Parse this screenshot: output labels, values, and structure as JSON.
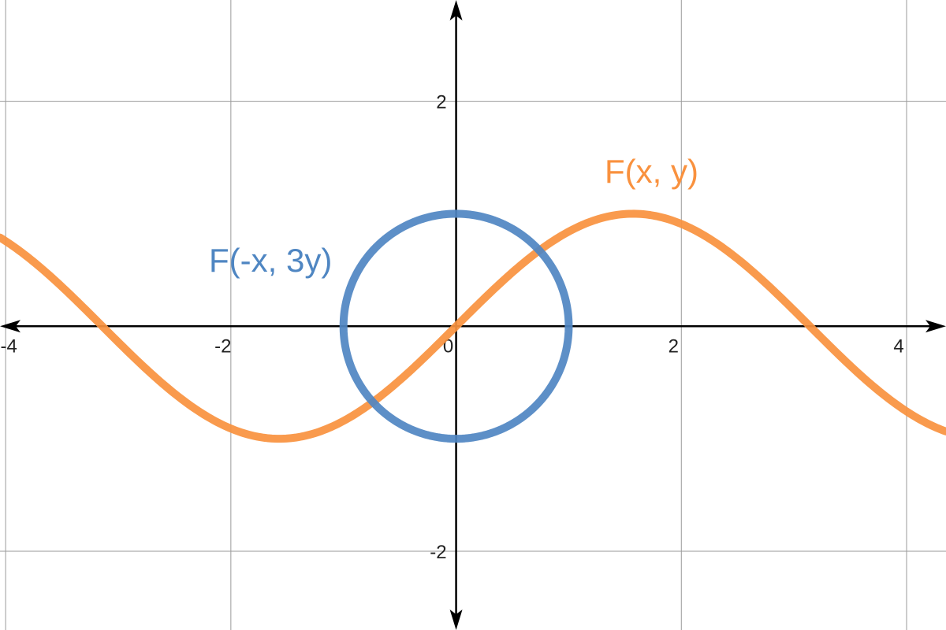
{
  "chart_data": {
    "type": "line",
    "xlim": [
      -4.05,
      4.35
    ],
    "ylim": [
      -2.7,
      2.9
    ],
    "grid": true,
    "x_ticks": [
      -4,
      -2,
      0,
      2,
      4
    ],
    "y_ticks": [
      2,
      -2
    ],
    "x_tick_labels": [
      "-4",
      "-2",
      "0",
      "2",
      "4"
    ],
    "y_tick_labels": [
      "2",
      "-2"
    ],
    "series": [
      {
        "name": "F(x, y)",
        "color": "#f9913e",
        "curve": "sine",
        "amplitude": 1,
        "x_range": [
          -4.05,
          4.35
        ]
      },
      {
        "name": "F(-x, 3y)",
        "color": "#4f86c2",
        "curve": "circle",
        "center": [
          0,
          0
        ],
        "x_radius": 1,
        "y_radius": 1
      }
    ]
  }
}
